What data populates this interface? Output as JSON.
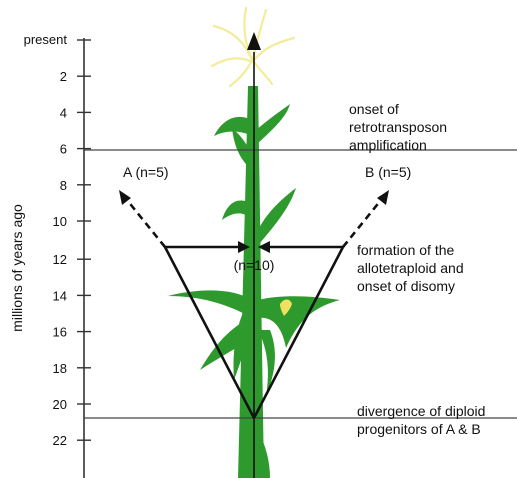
{
  "axis": {
    "title": "millions of years ago",
    "present_label": "present",
    "ticks": [
      {
        "value": 2,
        "label": "2"
      },
      {
        "value": 4,
        "label": "4"
      },
      {
        "value": 6,
        "label": "6"
      },
      {
        "value": 8,
        "label": "8"
      },
      {
        "value": 10,
        "label": "10"
      },
      {
        "value": 12,
        "label": "12"
      },
      {
        "value": 14,
        "label": "14"
      },
      {
        "value": 16,
        "label": "16"
      },
      {
        "value": 18,
        "label": "18"
      },
      {
        "value": 20,
        "label": "20"
      },
      {
        "value": 22,
        "label": "22"
      }
    ]
  },
  "events": {
    "retrotransposon": {
      "mya": 6,
      "lines": [
        "onset of",
        "retrotransposon",
        "amplification"
      ]
    },
    "allotetraploid": {
      "mya": 11.4,
      "lines": [
        "formation of the",
        "allotetraploid and",
        "onset of disomy"
      ],
      "center_label": "(n=10)"
    },
    "divergence": {
      "mya": 20.7,
      "lines": [
        "divergence of diploid",
        "progenitors of A & B"
      ]
    }
  },
  "lineages": {
    "a_label": "A (n=5)",
    "b_label": "B (n=5)"
  },
  "colors": {
    "plant_green": "#2e9a2e",
    "plant_dark": "#1f7a1f",
    "tassel": "#f4ec9a",
    "ear_yellow": "#f0e060",
    "axis": "#333333",
    "event_line": "#444444"
  }
}
